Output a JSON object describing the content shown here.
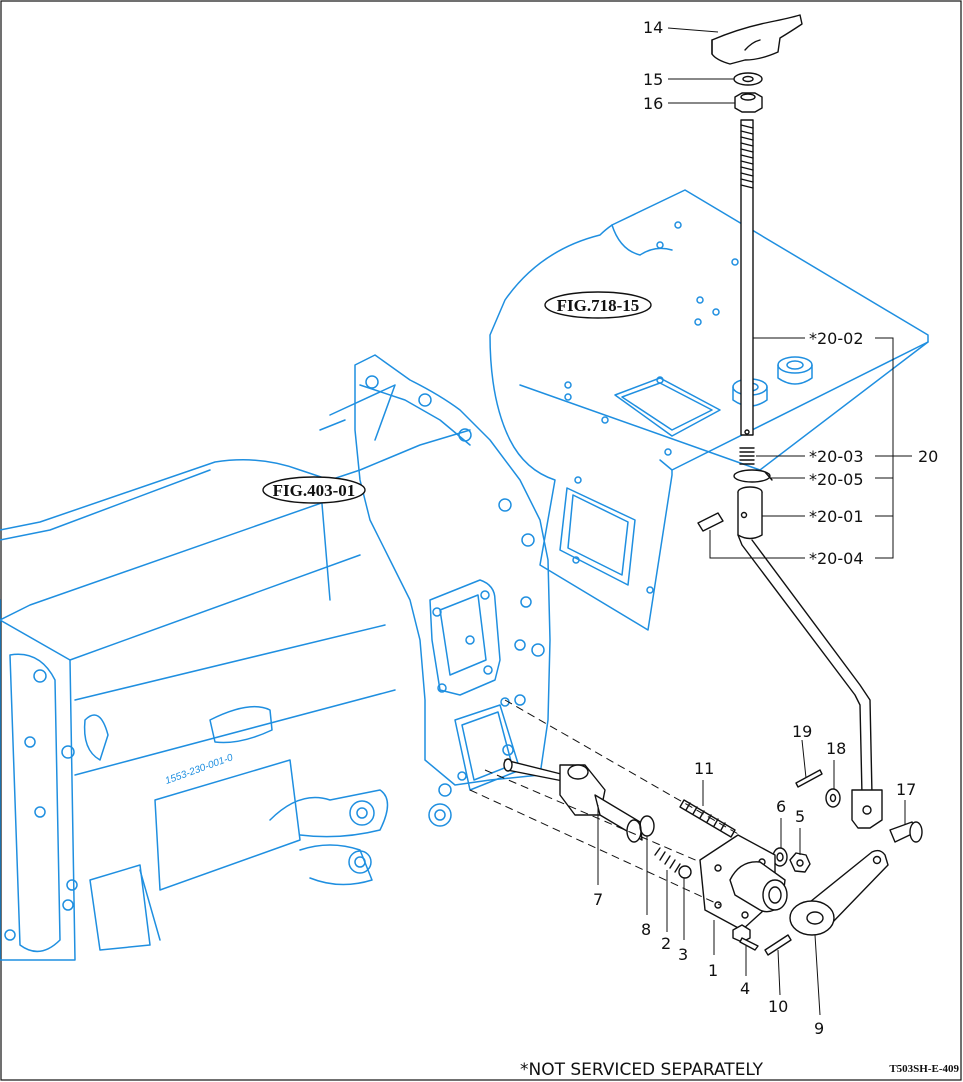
{
  "figure_refs": [
    {
      "id": "fig-718-15",
      "label": "FIG.718-15"
    },
    {
      "id": "fig-403-01",
      "label": "FIG.403-01"
    }
  ],
  "casting_mark": "1553-230-001-0",
  "callouts": {
    "c14": "14",
    "c15": "15",
    "c16": "16",
    "c20_02": "*20-02",
    "c20_03": "*20-03",
    "c20_05": "*20-05",
    "c20_01": "*20-01",
    "c20_04": "*20-04",
    "c20": "20",
    "c19": "19",
    "c18": "18",
    "c17": "17",
    "c11": "11",
    "c6": "6",
    "c5": "5",
    "c7": "7",
    "c8": "8",
    "c2": "2",
    "c3": "3",
    "c1": "1",
    "c4": "4",
    "c10": "10",
    "c9": "9"
  },
  "footnote": "*NOT SERVICED SEPARATELY",
  "doc_id": "T503SH-E-409",
  "colors": {
    "housing_line": "#1f8fe0",
    "part_line": "#111111",
    "background": "#ffffff"
  }
}
